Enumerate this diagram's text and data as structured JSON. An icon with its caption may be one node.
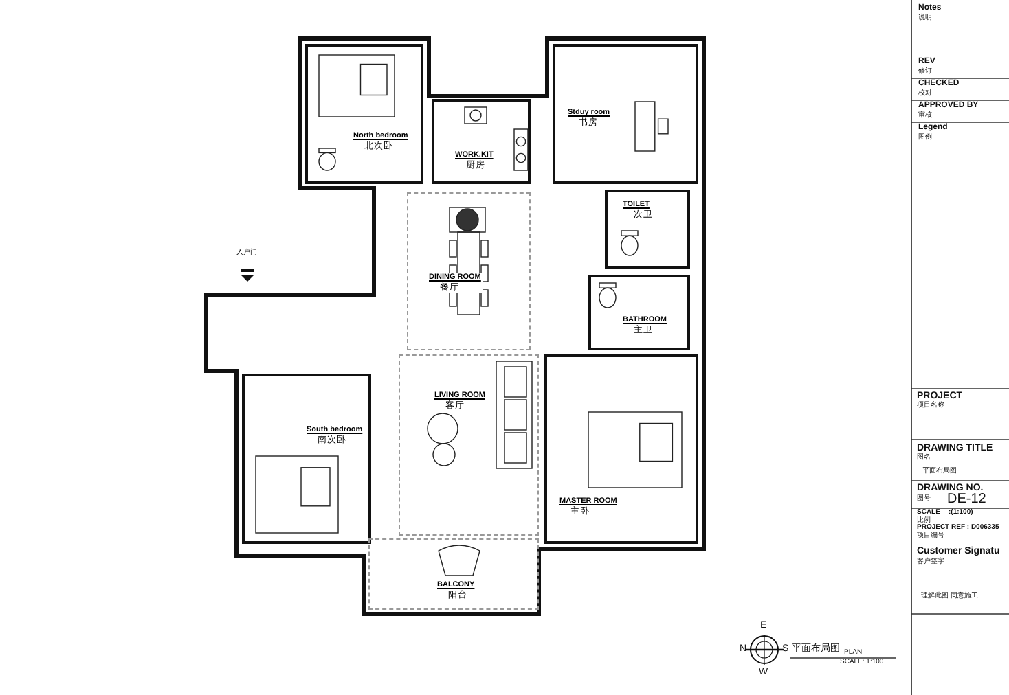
{
  "diagram": {
    "nodes": [
      {
        "text": [
          "North bedroom",
          "北次卧"
        ]
      },
      {
        "text": [
          "WORK.KIT",
          "厨房"
        ]
      },
      {
        "text": [
          "Stduy room",
          "书房"
        ]
      },
      {
        "text": [
          "TOILET",
          "次卫"
        ]
      },
      {
        "text": [
          "DINING ROOM",
          "餐厅"
        ]
      },
      {
        "text": [
          "BATHROOM",
          "主卫"
        ]
      },
      {
        "text": [
          "LIVING ROOM",
          "客厅"
        ]
      },
      {
        "text": [
          "South bedroom",
          "南次卧"
        ]
      },
      {
        "text": [
          "MASTER ROOM",
          "主卧"
        ]
      },
      {
        "text": [
          "BALCONY",
          "阳台"
        ]
      }
    ],
    "edges": [],
    "labels": [
      "Notes",
      "说明",
      "REV",
      "修订",
      "CHECKED",
      "校对",
      "APPROVED BY",
      "审核",
      "Legend",
      "图例",
      "入户门",
      "PROJECT",
      "项目名称",
      "DRAWING TITLE",
      "图名",
      "平面布局图",
      "DRAWING NO.",
      "图号",
      "DE-12",
      "SCALE",
      ":(1:100)",
      "比例",
      "PROJECT REF : D006335",
      "项目编号",
      "Customer Signatu",
      "客户签字",
      "理解此图 同意施工",
      "E",
      "N",
      "S",
      "W",
      "平面布局图",
      "PLAN",
      "SCALE: 1:100"
    ]
  }
}
